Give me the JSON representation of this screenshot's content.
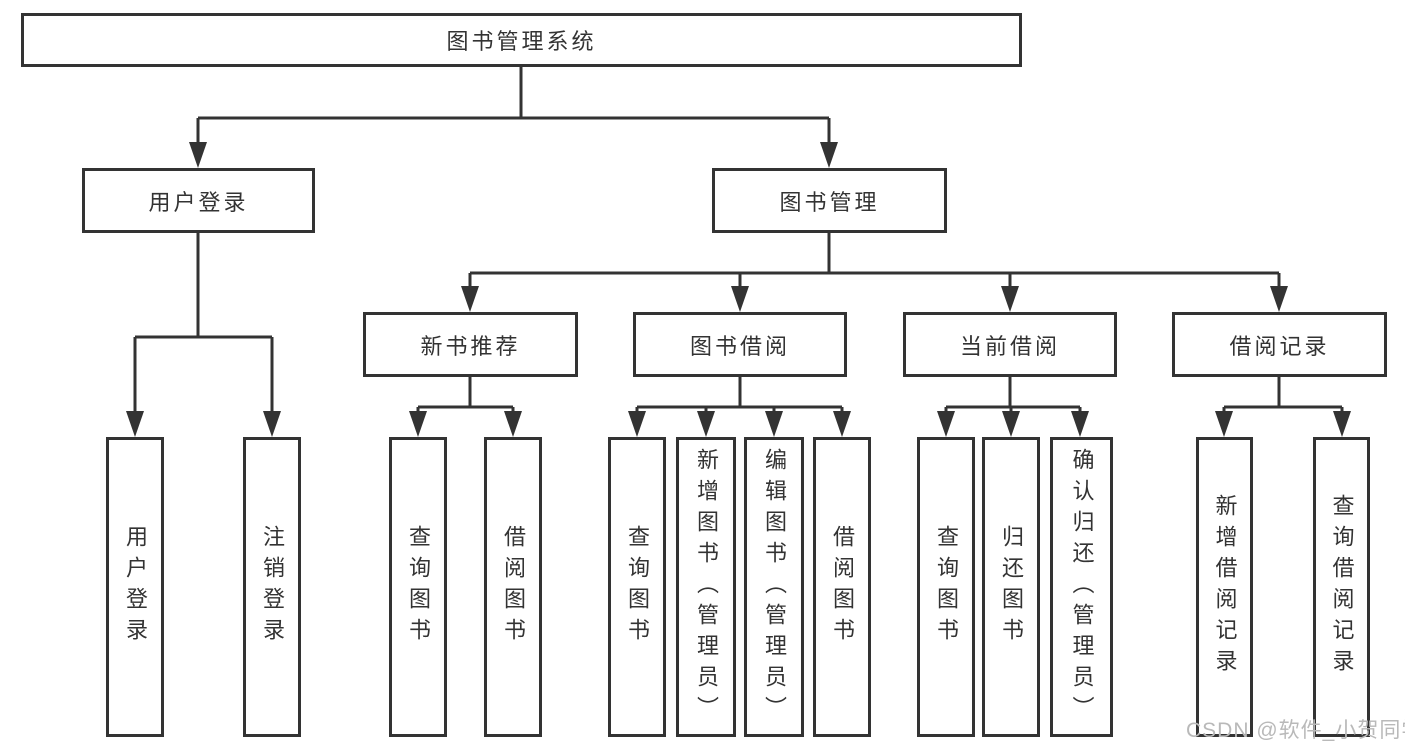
{
  "diagram_title": "图书管理系统",
  "nodes": {
    "root": "图书管理系统",
    "user_login": "用户登录",
    "book_mgmt": "图书管理",
    "new_book_rec": "新书推荐",
    "book_borrow": "图书借阅",
    "current_borrow": "当前借阅",
    "borrow_records": "借阅记录",
    "leaf_user_login": "用户登录",
    "leaf_logout": "注销登录",
    "leaf_query_book_rec": "查询图书",
    "leaf_borrow_book_rec": "借阅图书",
    "leaf_query_book_borrow": "查询图书",
    "leaf_add_book": "新增图书（管理员）",
    "leaf_edit_book": "编辑图书（管理员）",
    "leaf_borrow_book_borrow": "借阅图书",
    "leaf_query_book_current": "查询图书",
    "leaf_return_book": "归还图书",
    "leaf_confirm_return": "确认归还（管理员）",
    "leaf_add_record": "新增借阅记录",
    "leaf_query_record": "查询借阅记录"
  },
  "watermark": "CSDN @软件_小贺同学",
  "colors": {
    "line": "#333333",
    "text": "#333333",
    "watermark": "#b9b9b9",
    "background": "#ffffff"
  }
}
